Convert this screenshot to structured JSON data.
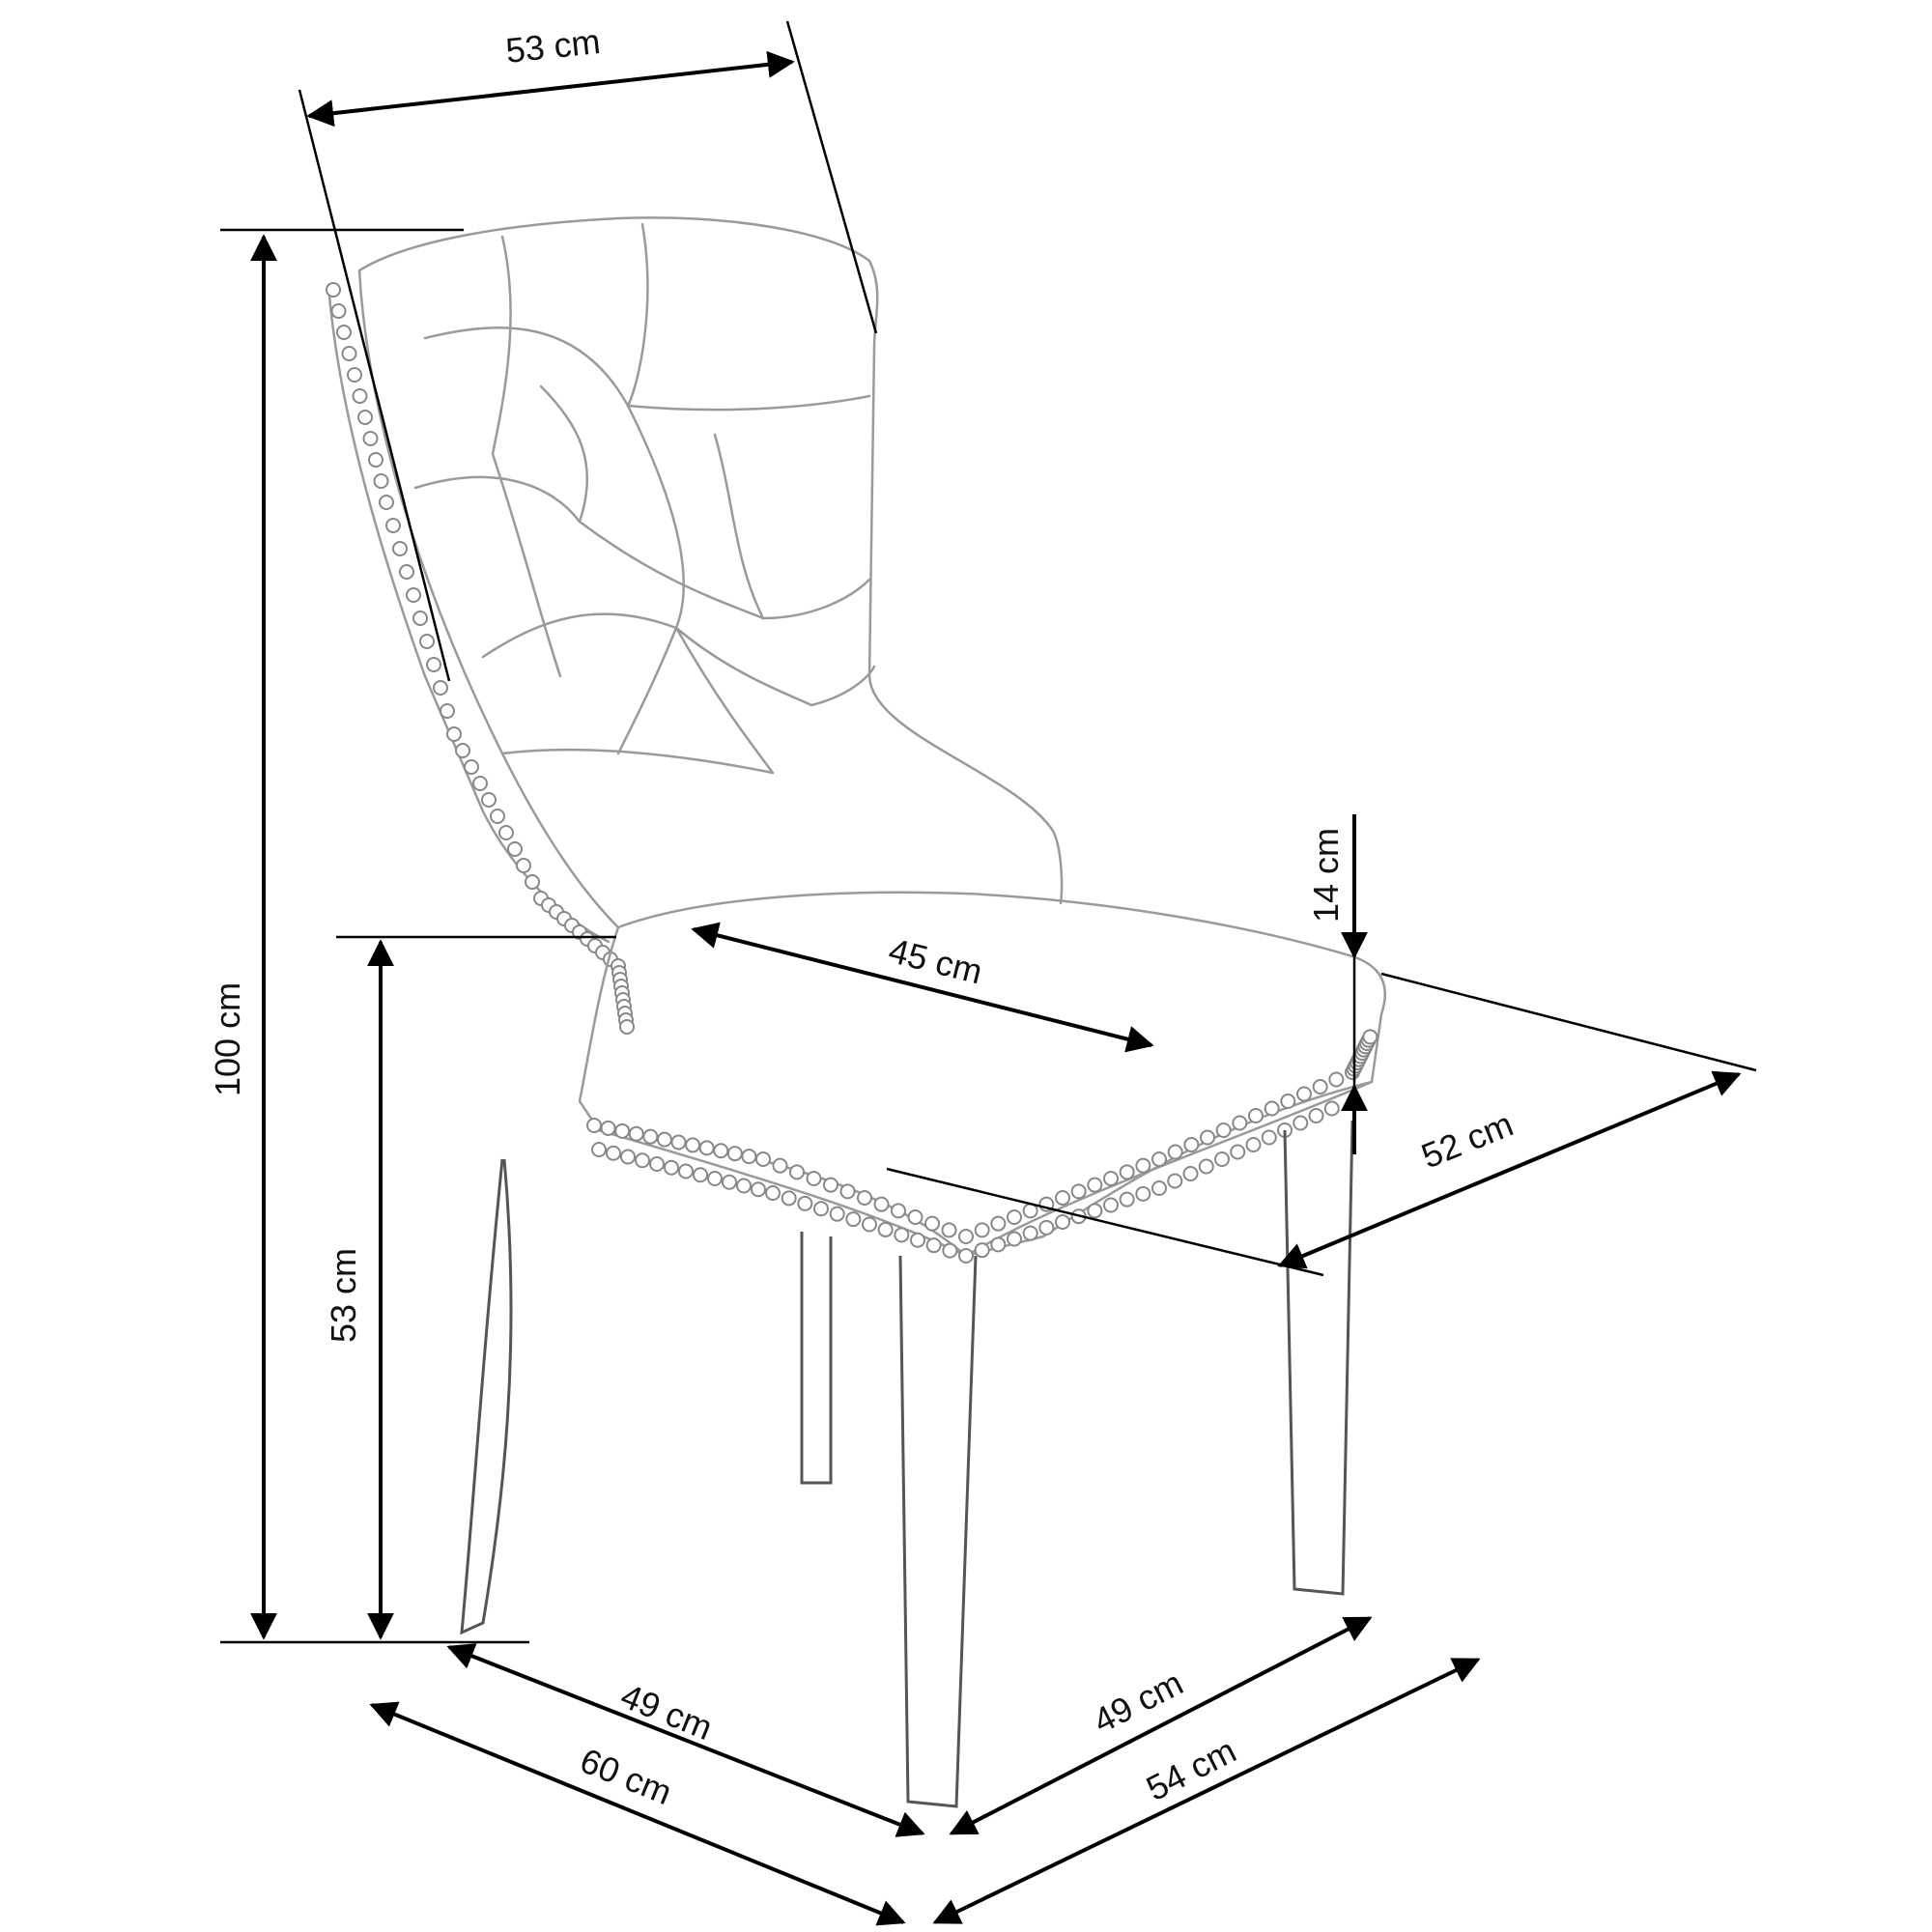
{
  "diagram": {
    "subject": "Tufted upholstered dining chair with nailhead trim",
    "unit": "cm",
    "colors": {
      "line": "#000000",
      "sketch": "#9a9a9a",
      "background": "#ffffff"
    },
    "dimensions": {
      "backrest_width": {
        "value": 53,
        "label": "53 cm"
      },
      "total_height": {
        "value": 100,
        "label": "100 cm"
      },
      "seat_height": {
        "value": 53,
        "label": "53 cm"
      },
      "armrest_height": {
        "value": 14,
        "label": "14 cm"
      },
      "seat_depth": {
        "value": 45,
        "label": "45 cm"
      },
      "seat_width": {
        "value": 52,
        "label": "52 cm"
      },
      "leg_depth": {
        "value": 49,
        "label": "49 cm"
      },
      "total_depth": {
        "value": 60,
        "label": "60 cm"
      },
      "leg_width": {
        "value": 49,
        "label": "49 cm"
      },
      "total_width": {
        "value": 54,
        "label": "54 cm"
      }
    }
  }
}
